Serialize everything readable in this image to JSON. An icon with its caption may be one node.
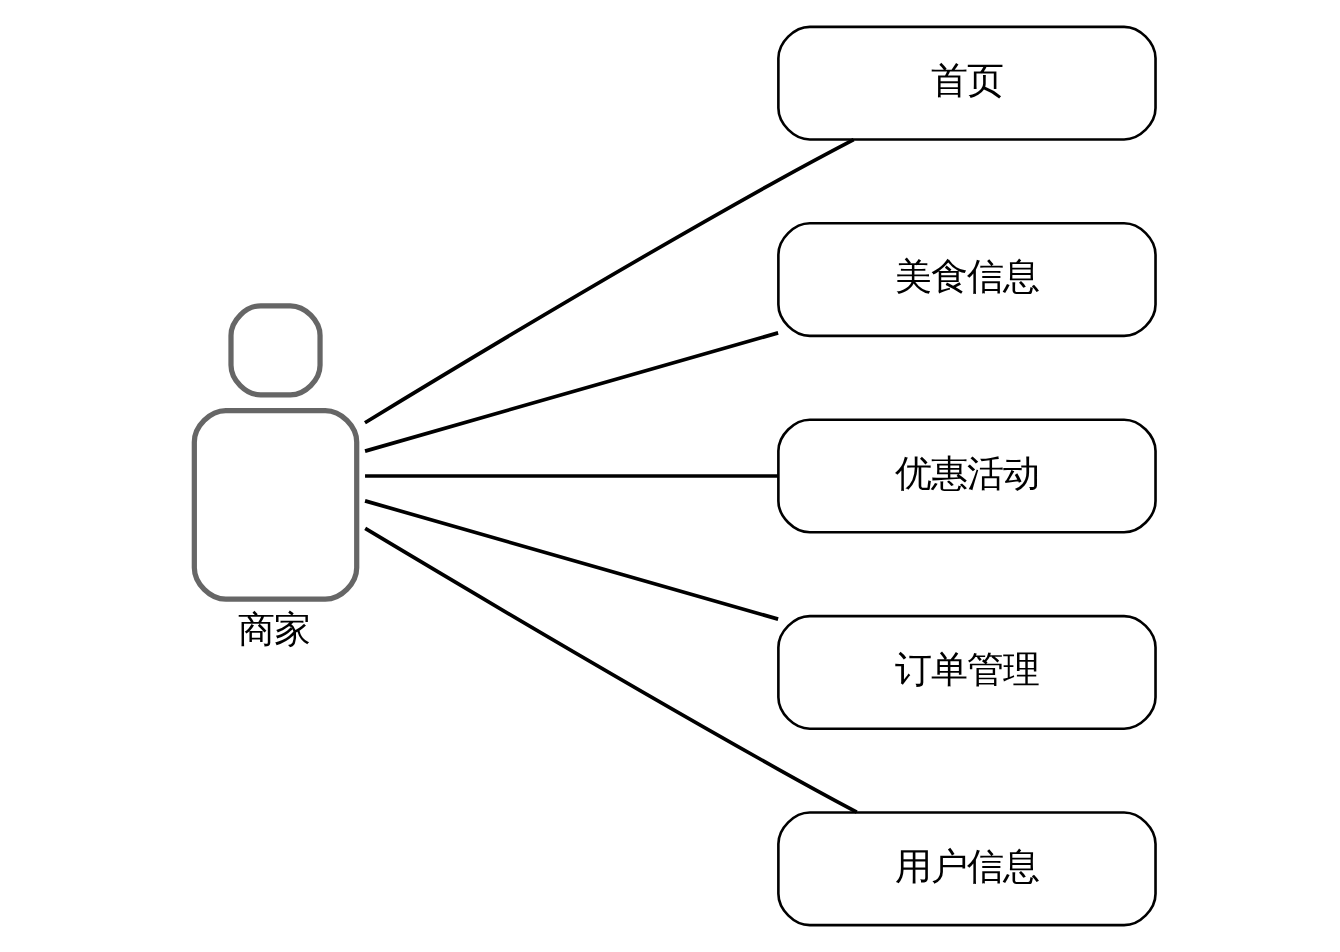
{
  "diagram": {
    "nodes": [
      {
        "text": [
          "商家"
        ]
      },
      {
        "text": [
          "首页"
        ]
      },
      {
        "text": [
          "美食信息"
        ]
      },
      {
        "text": [
          "优惠活动"
        ]
      },
      {
        "text": [
          "订单管理"
        ]
      },
      {
        "text": [
          "用户信息"
        ]
      }
    ],
    "edges": [
      {
        "from": 0,
        "to": 1,
        "arrow": "none"
      },
      {
        "from": 0,
        "to": 2,
        "arrow": "none"
      },
      {
        "from": 0,
        "to": 3,
        "arrow": "none"
      },
      {
        "from": 0,
        "to": 4,
        "arrow": "none"
      },
      {
        "from": 0,
        "to": 5,
        "arrow": "none"
      }
    ]
  }
}
